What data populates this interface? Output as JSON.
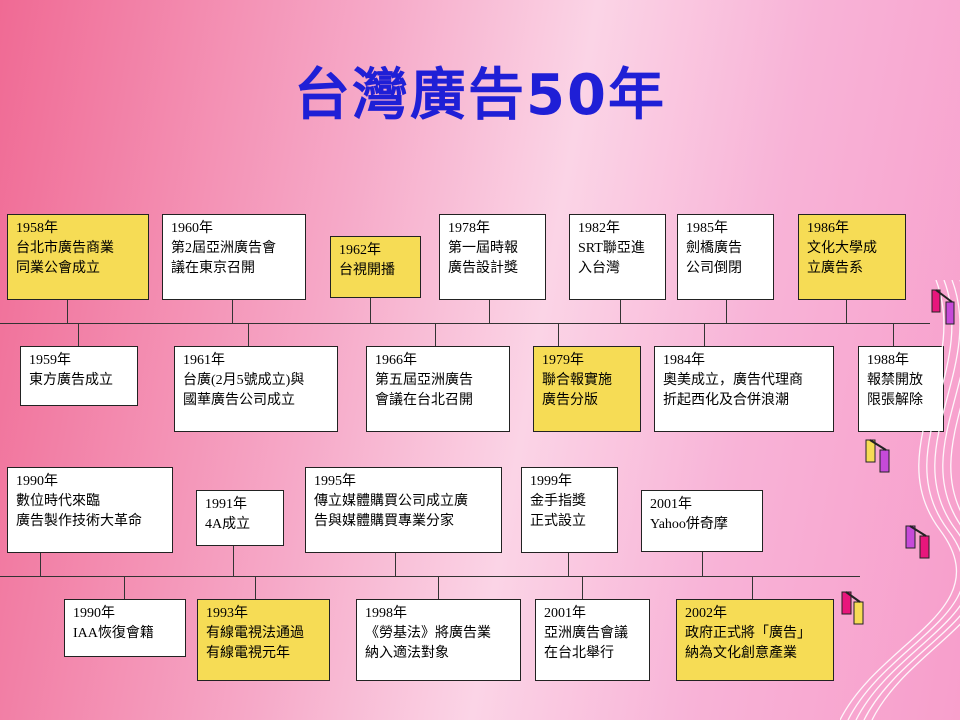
{
  "title": "台灣廣告50年",
  "colors": {
    "title": "#1f1fd6",
    "highlight_box": "#f6dc55",
    "plain_box": "#ffffff"
  },
  "events": [
    {
      "year": "1958年",
      "lines": [
        "台北市廣告商業",
        "同業公會成立"
      ],
      "highlight": true
    },
    {
      "year": "1960年",
      "lines": [
        "第2屆亞洲廣告會",
        "議在東京召開"
      ],
      "highlight": false
    },
    {
      "year": "1962年",
      "lines": [
        "台視開播"
      ],
      "highlight": true
    },
    {
      "year": "1978年",
      "lines": [
        "第一屆時報",
        "廣告設計獎"
      ],
      "highlight": false
    },
    {
      "year": "1982年",
      "lines": [
        "SRT聯亞進",
        "入台灣"
      ],
      "highlight": false
    },
    {
      "year": "1985年",
      "lines": [
        "劍橋廣告",
        "公司倒閉"
      ],
      "highlight": false
    },
    {
      "year": "1986年",
      "lines": [
        "文化大學成",
        "立廣告系"
      ],
      "highlight": true
    },
    {
      "year": "1959年",
      "lines": [
        "東方廣告成立"
      ],
      "highlight": false
    },
    {
      "year": "1961年",
      "lines": [
        "台廣(2月5號成立)與",
        "國華廣告公司成立"
      ],
      "highlight": false
    },
    {
      "year": "1966年",
      "lines": [
        "第五屆亞洲廣告",
        "會議在台北召開"
      ],
      "highlight": false
    },
    {
      "year": "1979年",
      "lines": [
        "聯合報實施",
        "廣告分版"
      ],
      "highlight": true
    },
    {
      "year": "1984年",
      "lines": [
        "奧美成立，廣告代理商",
        "折起西化及合併浪潮"
      ],
      "highlight": false
    },
    {
      "year": "1988年",
      "lines": [
        "報禁開放",
        "限張解除"
      ],
      "highlight": false
    },
    {
      "year": "1990年",
      "lines": [
        "數位時代來臨",
        "廣告製作技術大革命"
      ],
      "highlight": false
    },
    {
      "year": "1991年",
      "lines": [
        "4A成立"
      ],
      "highlight": false
    },
    {
      "year": "1995年",
      "lines": [
        "傳立媒體購買公司成立廣",
        "告與媒體購買專業分家"
      ],
      "highlight": false
    },
    {
      "year": "1999年",
      "lines": [
        "金手指獎",
        "正式設立"
      ],
      "highlight": false
    },
    {
      "year": "2001年",
      "lines": [
        "Yahoo併奇摩"
      ],
      "highlight": false
    },
    {
      "year": "1990年",
      "lines": [
        "IAA恢復會籍"
      ],
      "highlight": false
    },
    {
      "year": "1993年",
      "lines": [
        "有線電視法通過",
        "有線電視元年"
      ],
      "highlight": true
    },
    {
      "year": "1998年",
      "lines": [
        "《勞基法》將廣告業",
        "納入適法對象"
      ],
      "highlight": false
    },
    {
      "year": "2001年",
      "lines": [
        "亞洲廣告會議",
        "在台北舉行"
      ],
      "highlight": false
    },
    {
      "year": "2002年",
      "lines": [
        "政府正式將「廣告」",
        "納為文化創意產業"
      ],
      "highlight": true
    }
  ]
}
